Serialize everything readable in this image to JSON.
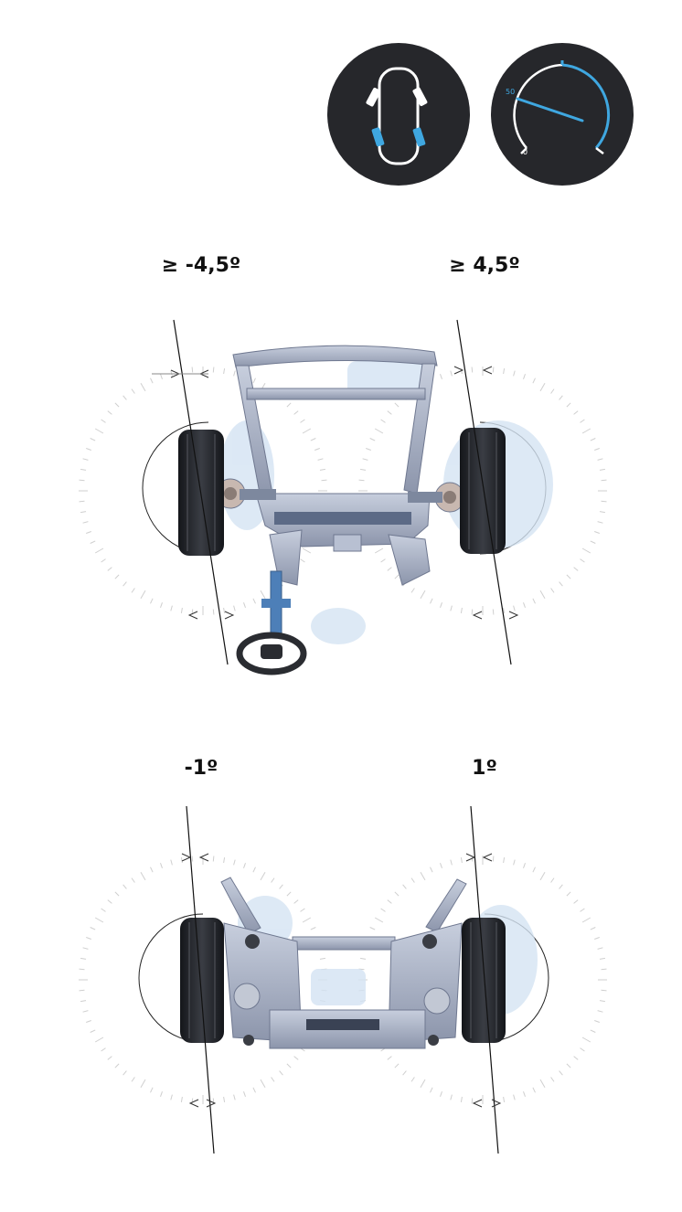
{
  "icons": {
    "steering_icon": "four-wheel-steering-icon",
    "speed_gauge_icon": "speedometer-icon",
    "gauge_min_label": "0",
    "gauge_mark_label": "50"
  },
  "front_axle": {
    "left_angle_label": "≥ -4,5º",
    "right_angle_label": "≥ 4,5º"
  },
  "rear_axle": {
    "left_angle_label": "-1º",
    "right_angle_label": "1º"
  },
  "colors": {
    "accent": "#3fa7e0",
    "icon_bg": "#26272b",
    "chassis": "#9aa3b8",
    "tire": "#1f2126",
    "shadow": "#cfe0f2"
  }
}
